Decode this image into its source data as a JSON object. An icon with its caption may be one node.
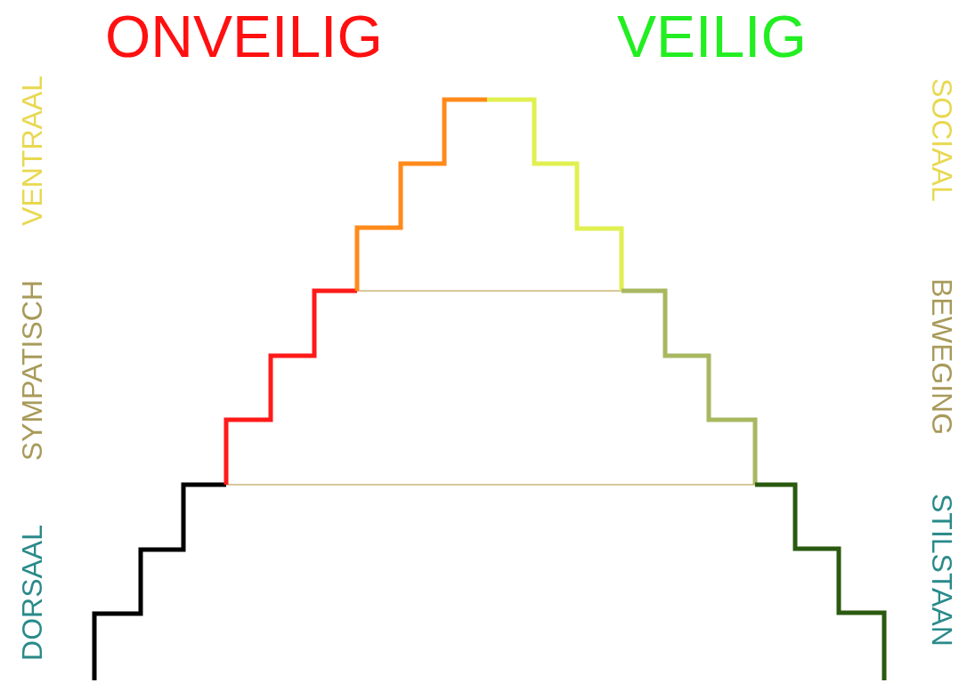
{
  "diagram": {
    "labels": [
      "ONVEILIG",
      "VEILIG",
      "VENTRAAL",
      "SYMPATISCH",
      "DORSAAL",
      "SOCIAAL",
      "BEWEGING",
      "STILSTAAN"
    ]
  }
}
